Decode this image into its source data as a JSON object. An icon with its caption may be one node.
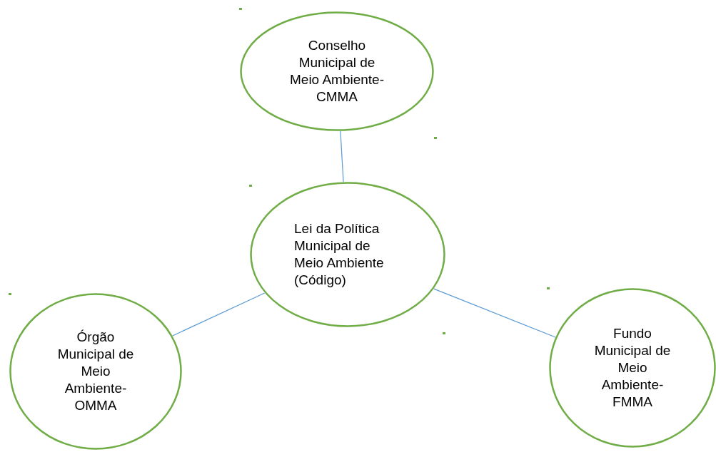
{
  "diagram": {
    "nodes": [
      {
        "text": [
          "Conselho Municipal de Meio Ambiente- CMMA"
        ]
      },
      {
        "text": [
          "Lei da Política Municipal de Meio Ambiente (Código)"
        ]
      },
      {
        "text": [
          "Órgão Municipal de Meio Ambiente- OMMA"
        ]
      },
      {
        "text": [
          "Fundo Municipal de Meio Ambiente- FMMA"
        ]
      }
    ],
    "edges": [
      {
        "from": 0,
        "to": 1,
        "arrow": "none"
      },
      {
        "from": 1,
        "to": 2,
        "arrow": "none"
      },
      {
        "from": 1,
        "to": 3,
        "arrow": "none"
      }
    ]
  }
}
